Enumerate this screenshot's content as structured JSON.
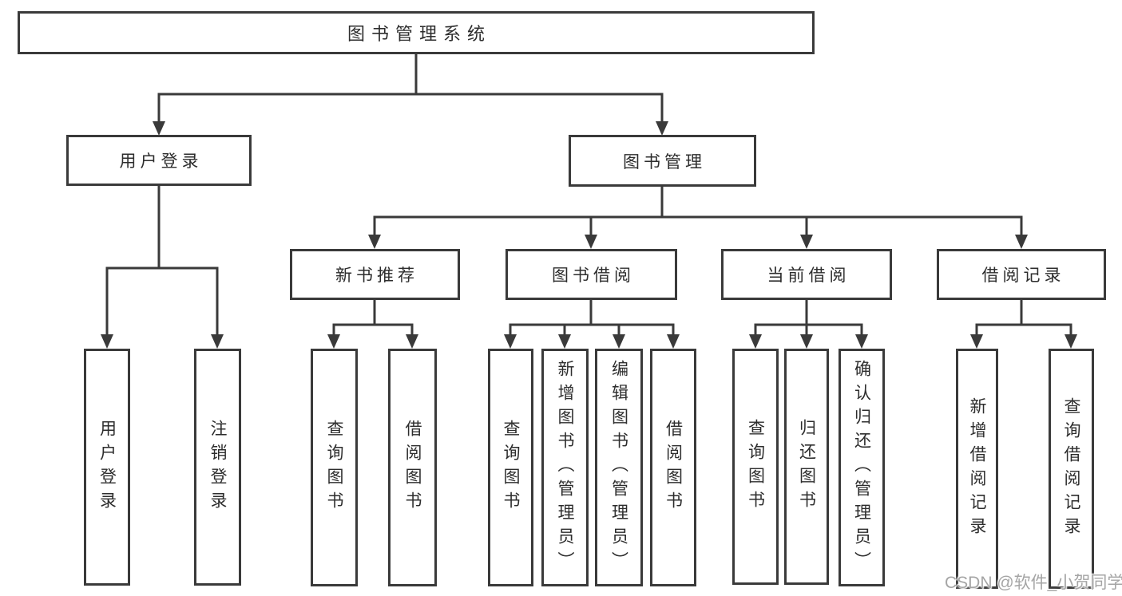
{
  "diagram": {
    "title": "图书管理系统",
    "level2": [
      "用户登录",
      "图书管理"
    ],
    "level3": [
      "新书推荐",
      "图书借阅",
      "当前借阅",
      "借阅记录"
    ],
    "leaves": {
      "login": [
        "用户登录",
        "注销登录"
      ],
      "recommend": [
        "查询图书",
        "借阅图书"
      ],
      "borrow": [
        "查询图书",
        "新增图书（管理员）",
        "编辑图书（管理员）",
        "借阅图书"
      ],
      "current": [
        "查询图书",
        "归还图书",
        "确认归还（管理员）"
      ],
      "records": [
        "新增借阅记录",
        "查询借阅记录"
      ]
    }
  },
  "watermark": "CSDN @软件_小贺同学",
  "colors": {
    "line": "#3a3a3a",
    "text": "#2d2d2d",
    "background": "#ffffff",
    "watermark": "#a5a5a5"
  }
}
